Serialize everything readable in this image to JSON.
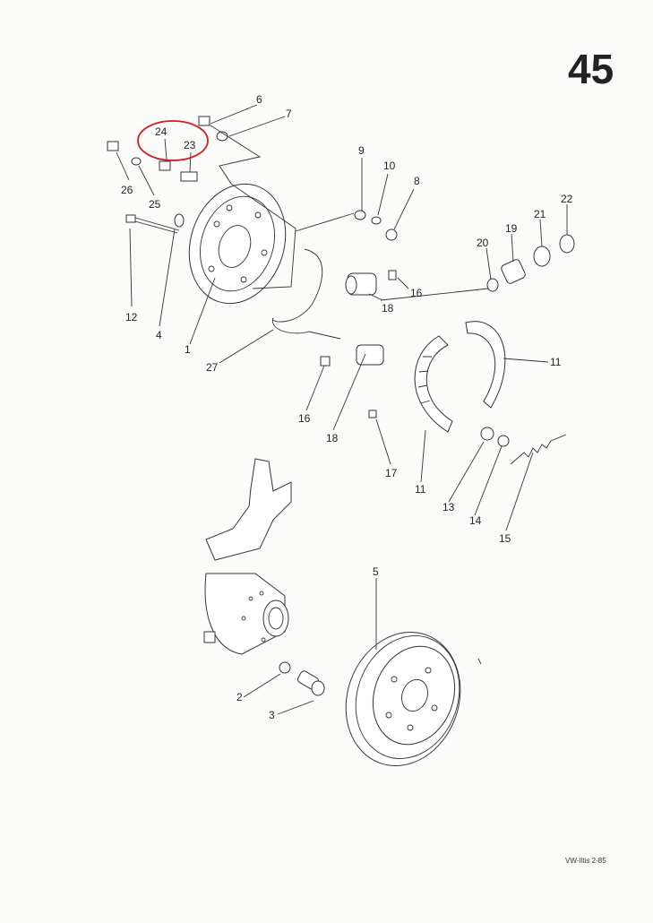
{
  "page_number": "45",
  "footer": "VW-Iltis 2-85",
  "highlight_color": "#d21e1e",
  "callouts": [
    "1",
    "2",
    "3",
    "4",
    "5",
    "6",
    "7",
    "8",
    "9",
    "10",
    "11",
    "11",
    "12",
    "13",
    "14",
    "15",
    "16",
    "16",
    "17",
    "18",
    "18",
    "19",
    "20",
    "21",
    "22",
    "23",
    "24",
    "25",
    "26",
    "27"
  ]
}
